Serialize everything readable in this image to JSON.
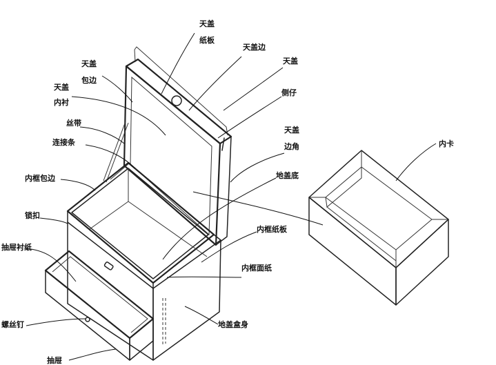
{
  "labels": {
    "tiangai_zhiban_1": "天盖",
    "tiangai_zhiban_2": "纸板",
    "tiangai_bian": "天盖边",
    "tiangai_baobian_1": "天盖",
    "tiangai_baobian_2": "包边",
    "tiangai_right": "天盖",
    "ceshi": "侧仔",
    "tiangai_neichen_1": "天盖",
    "tiangai_neichen_2": "内衬",
    "sidai": "丝带",
    "lianjietiao": "连接条",
    "tiangai_bianjiao_1": "天盖",
    "tiangai_bianjiao_2": "边角",
    "neika": "内卡",
    "neikuang_baobian": "内框包边",
    "digai_di": "地盖底",
    "suokou": "锁扣",
    "neikuang_zhiban": "内框纸板",
    "chouti_chenzhi": "抽屉衬纸",
    "neikuang_mianzhi": "内框面纸",
    "luosiding": "螺丝钉",
    "digai_heshen": "地盖盒身",
    "chouti": "抽屉"
  }
}
